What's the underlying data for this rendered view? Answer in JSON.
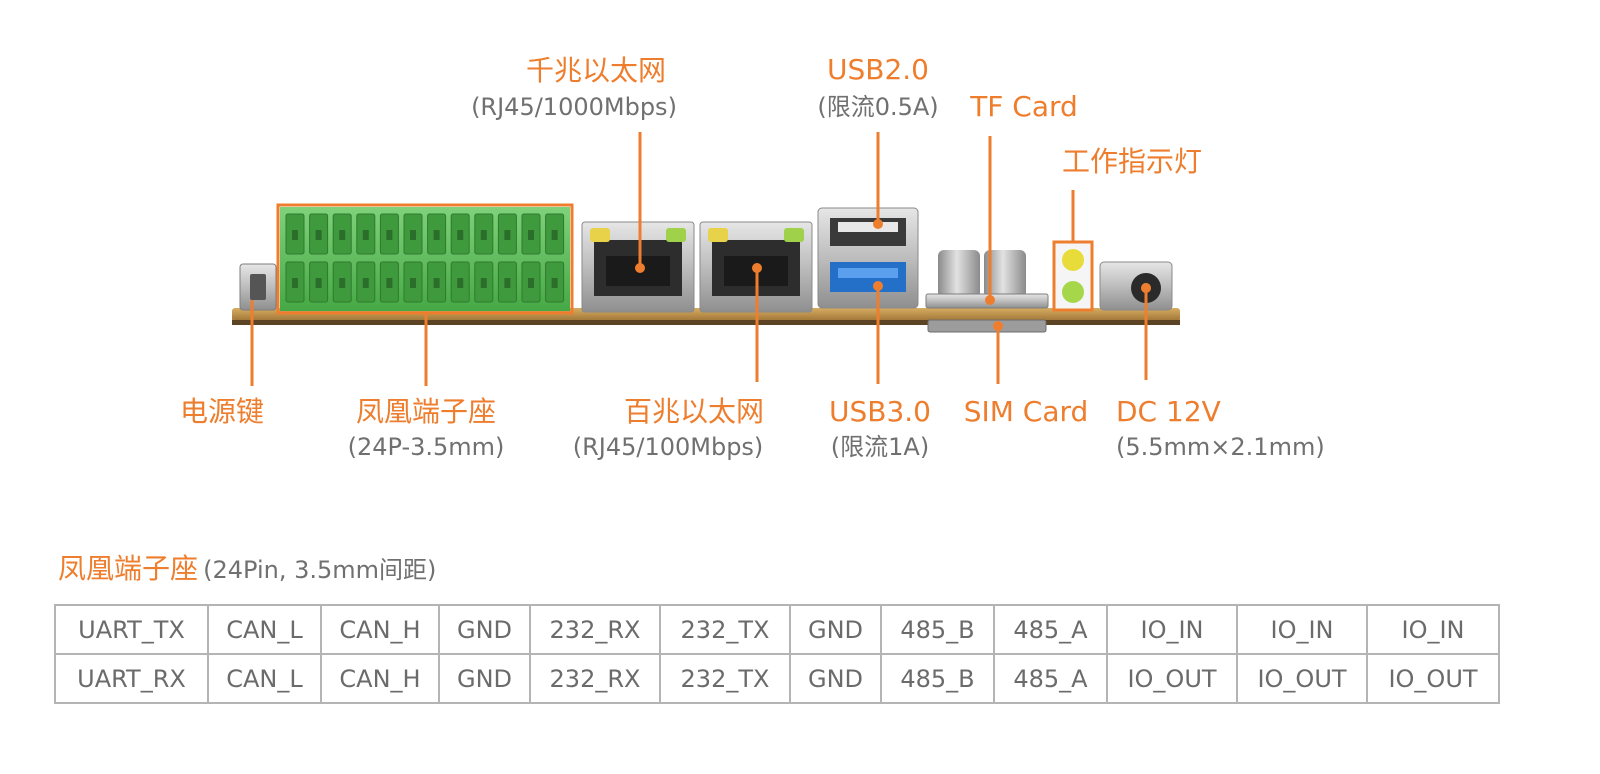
{
  "callouts": {
    "power_button": {
      "title": "电源键"
    },
    "phoenix_terminal": {
      "title": "凤凰端子座",
      "spec": "(24P-3.5mm)"
    },
    "gigabit_ethernet": {
      "title": "千兆以太网",
      "spec": "(RJ45/1000Mbps)"
    },
    "fast_ethernet": {
      "title": "百兆以太网",
      "spec": "(RJ45/100Mbps)"
    },
    "usb2": {
      "title": "USB2.0",
      "spec": "(限流0.5A)"
    },
    "usb3": {
      "title": "USB3.0",
      "spec": "(限流1A)"
    },
    "tf_card": {
      "title": "TF Card"
    },
    "sim_card": {
      "title": "SIM Card"
    },
    "status_led": {
      "title": "工作指示灯"
    },
    "dc_power": {
      "title": "DC 12V",
      "spec": "(5.5mm×2.1mm)"
    }
  },
  "pinout": {
    "title": "凤凰端子座",
    "subtitle": "(24Pin, 3.5mm间距)",
    "rows": [
      [
        "UART_TX",
        "CAN_L",
        "CAN_H",
        "GND",
        "232_RX",
        "232_TX",
        "GND",
        "485_B",
        "485_A",
        "IO_IN",
        "IO_IN",
        "IO_IN"
      ],
      [
        "UART_RX",
        "CAN_L",
        "CAN_H",
        "GND",
        "232_RX",
        "232_TX",
        "GND",
        "485_B",
        "485_A",
        "IO_OUT",
        "IO_OUT",
        "IO_OUT"
      ]
    ]
  },
  "colors": {
    "accent": "#ee7e2d",
    "subtext": "#707070",
    "terminal_green": "#5cb85c",
    "pcb": "#c89a4e"
  }
}
